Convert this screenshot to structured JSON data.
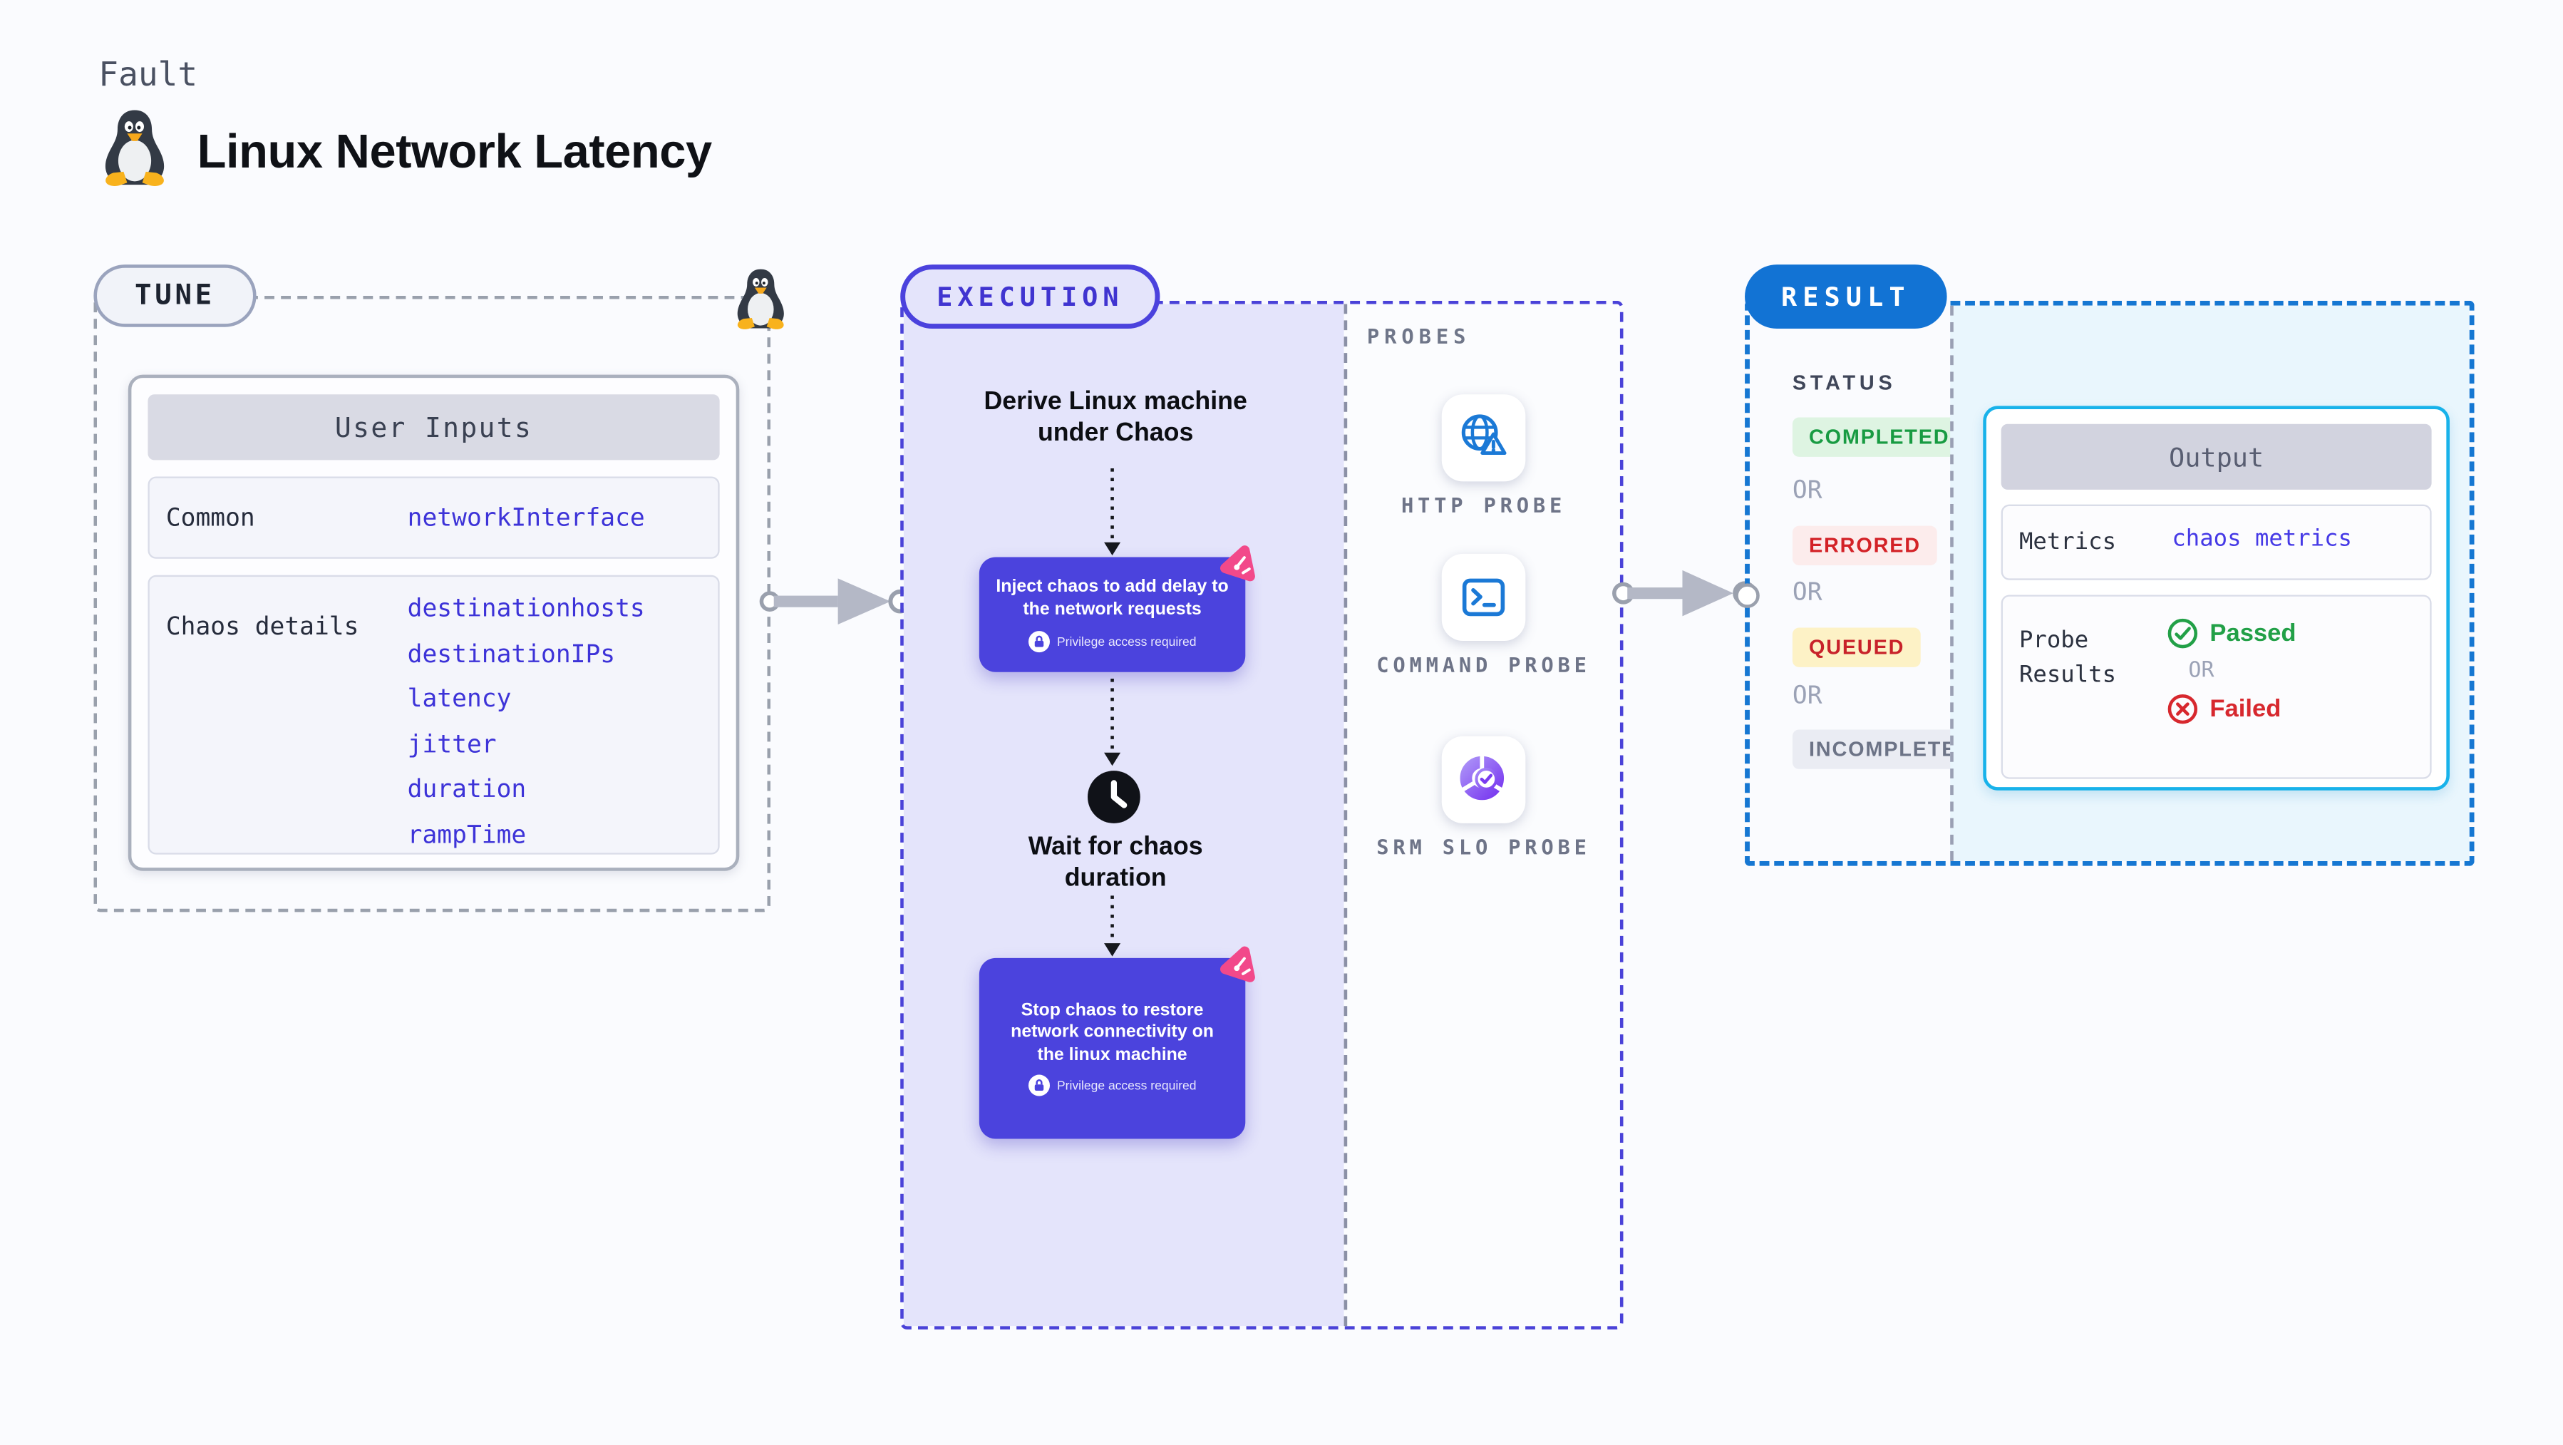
{
  "page": {
    "kind_label": "Fault",
    "title": "Linux Network Latency"
  },
  "tune": {
    "badge": "TUNE",
    "user_inputs": {
      "header": "User Inputs",
      "rows": [
        {
          "label": "Common",
          "values": [
            "networkInterface"
          ]
        },
        {
          "label": "Chaos details",
          "values": [
            "destinationhosts",
            "destinationIPs",
            "latency",
            "jitter",
            "duration",
            "rampTime"
          ]
        }
      ]
    }
  },
  "execution": {
    "badge": "EXECUTION",
    "derive_text": "Derive Linux machine under Chaos",
    "inject_step": {
      "text": "Inject chaos to add delay to the network requests",
      "note": "Privilege access required",
      "icon": "chaos-logo-icon"
    },
    "wait_step": {
      "text": "Wait for chaos duration",
      "icon": "clock-icon"
    },
    "stop_step": {
      "text": "Stop chaos to restore network connectivity on the linux machine",
      "note": "Privilege access required",
      "icon": "chaos-logo-icon"
    }
  },
  "probes": {
    "label": "PROBES",
    "items": [
      {
        "name": "HTTP PROBE",
        "icon": "globe-alert-icon"
      },
      {
        "name": "COMMAND PROBE",
        "icon": "terminal-icon"
      },
      {
        "name": "SRM SLO PROBE",
        "icon": "slo-donut-check-icon"
      }
    ]
  },
  "result": {
    "badge": "RESULT",
    "status_label": "STATUS",
    "or_label": "OR",
    "statuses": [
      "COMPLETED",
      "ERRORED",
      "QUEUED",
      "INCOMPLETED"
    ],
    "output": {
      "header": "Output",
      "metrics_label": "Metrics",
      "metrics_value": "chaos metrics",
      "probe_results_label": "Probe Results",
      "passed_label": "Passed",
      "or_label": "OR",
      "failed_label": "Failed"
    }
  },
  "colors": {
    "accent_indigo": "#4b43dd",
    "execution_bg": "#e4e4fb",
    "result_blue": "#1273d4",
    "result_bg": "#e9f6fd",
    "output_border": "#18b2ea",
    "completed_fg": "#189b42",
    "completed_bg": "#def4e2",
    "errored_fg": "#d32227",
    "errored_bg": "#fcecec",
    "queued_fg": "#c8222a",
    "queued_bg": "#fdf2c6",
    "incompleted_fg": "#6c7386",
    "incompleted_bg": "#eaecf3",
    "passed_green": "#22a047",
    "failed_red": "#d7282e",
    "value_indigo": "#3d33d8",
    "probe_blue": "#1b79d6",
    "probe_purple": "#7a3bf0",
    "chaos_pink": "#f2498a"
  }
}
